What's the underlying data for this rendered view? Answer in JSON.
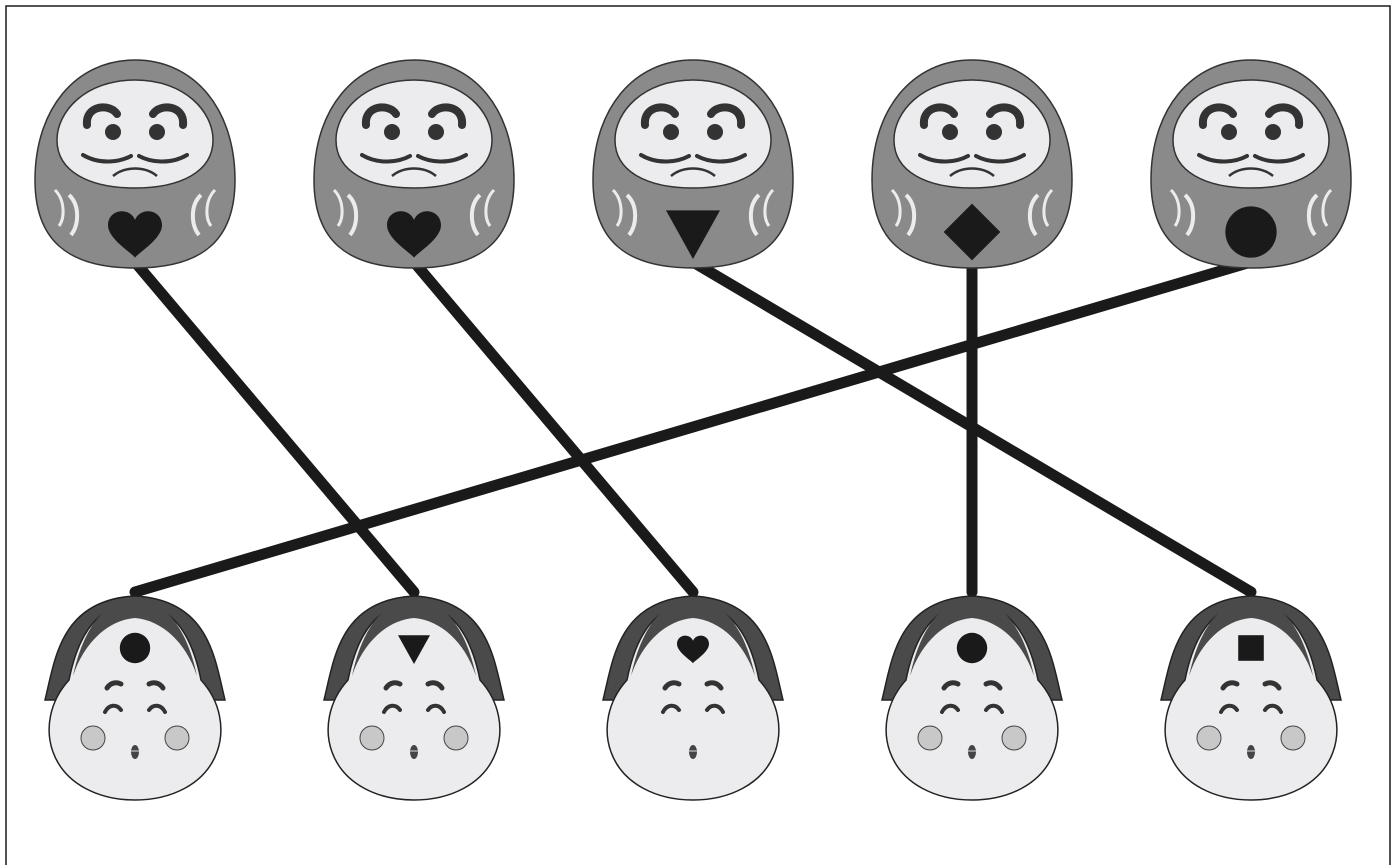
{
  "colors": {
    "background": "#ffffff",
    "frame": "#1a1a1a",
    "line": "#1a1a1a",
    "daruma_body": "#8a8a8a",
    "daruma_face": "#ececee",
    "okame_hair": "#4a4a4a",
    "okame_face": "#ececee",
    "okame_cheek": "#c8c8c8",
    "symbol": "#1a1a1a"
  },
  "daruma": [
    {
      "symbol": "heart"
    },
    {
      "symbol": "heart"
    },
    {
      "symbol": "triangle-down"
    },
    {
      "symbol": "diamond"
    },
    {
      "symbol": "circle"
    }
  ],
  "okame": [
    {
      "symbol": "circle",
      "cheeks": true
    },
    {
      "symbol": "triangle-down",
      "cheeks": true
    },
    {
      "symbol": "heart",
      "cheeks": false
    },
    {
      "symbol": "circle",
      "cheeks": true
    },
    {
      "symbol": "square",
      "cheeks": true
    }
  ],
  "connections": [
    {
      "from_daruma": 0,
      "to_okame": 1
    },
    {
      "from_daruma": 1,
      "to_okame": 2
    },
    {
      "from_daruma": 2,
      "to_okame": 4
    },
    {
      "from_daruma": 3,
      "to_okame": 3
    },
    {
      "from_daruma": 4,
      "to_okame": 0
    }
  ]
}
